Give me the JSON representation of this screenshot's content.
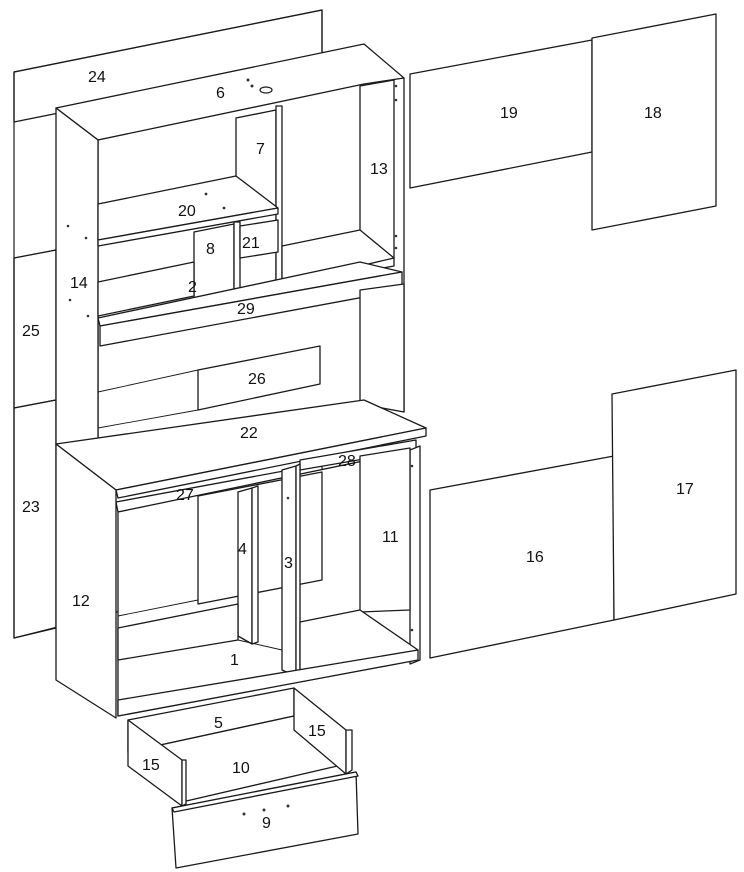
{
  "diagram": {
    "type": "exploded-assembly",
    "part_labels": {
      "p1": "1",
      "p2": "2",
      "p3": "3",
      "p4": "4",
      "p5": "5",
      "p6": "6",
      "p7": "7",
      "p8": "8",
      "p9": "9",
      "p10": "10",
      "p11": "11",
      "p12": "12",
      "p13": "13",
      "p14": "14",
      "p15a": "15",
      "p15b": "15",
      "p16": "16",
      "p17": "17",
      "p18": "18",
      "p19": "19",
      "p20": "20",
      "p21": "21",
      "p22": "22",
      "p23": "23",
      "p24": "24",
      "p25": "25",
      "p26": "26",
      "p27": "27",
      "p28": "28",
      "p29": "29"
    },
    "colors": {
      "line": "#1a1a1a",
      "background": "#ffffff"
    }
  }
}
